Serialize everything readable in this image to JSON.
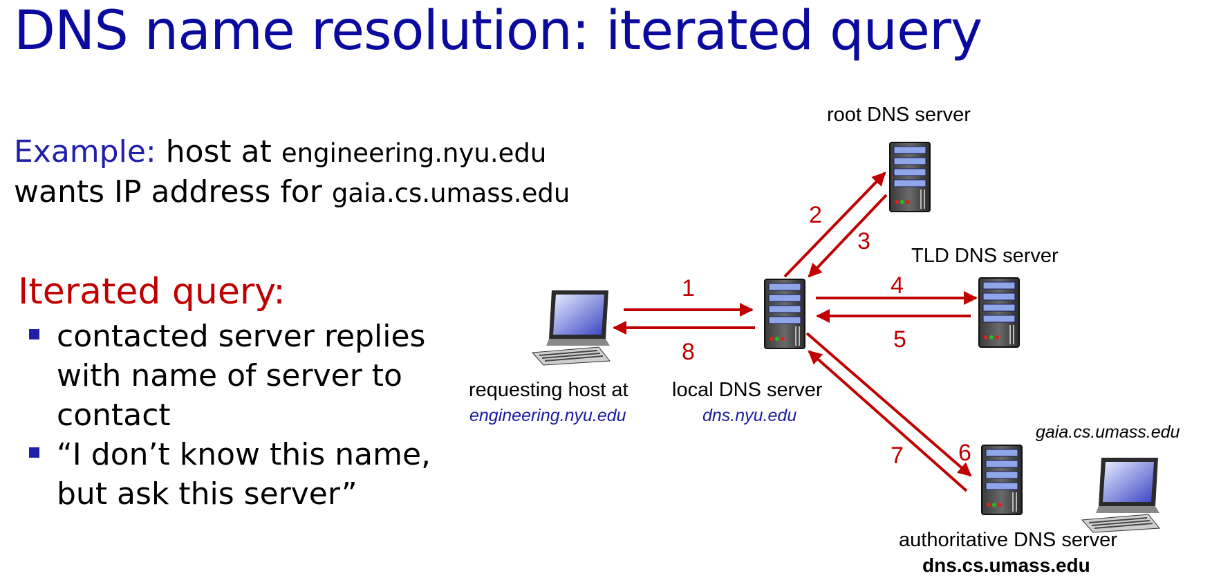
{
  "slide": {
    "title": "DNS name resolution: iterated query"
  },
  "example": {
    "keyword": "Example:",
    "line1_text": " host at ",
    "line1_host": "engineering.nyu.edu",
    "line2_text": "wants IP address for ",
    "line2_host": "gaia.cs.umass.edu"
  },
  "iterated": {
    "heading": "Iterated query:",
    "bullets": [
      "contacted server replies with name of server to contact",
      "“I don’t know this name, but ask this server”"
    ]
  },
  "diagram": {
    "root_label": "root DNS server",
    "tld_label": "TLD DNS server",
    "requesting_label": "requesting host at",
    "requesting_host": "engineering.nyu.edu",
    "local_label": "local DNS server",
    "local_host": "dns.nyu.edu",
    "gaia_host": "gaia.cs.umass.edu",
    "auth_label": "authoritative DNS server",
    "auth_host": "dns.cs.umass.edu",
    "step_numbers": [
      "1",
      "2",
      "3",
      "4",
      "5",
      "6",
      "7",
      "8"
    ],
    "colors": {
      "arrow": "#c00000",
      "title": "#0a0a9e",
      "accent": "#1f1fa8"
    }
  }
}
